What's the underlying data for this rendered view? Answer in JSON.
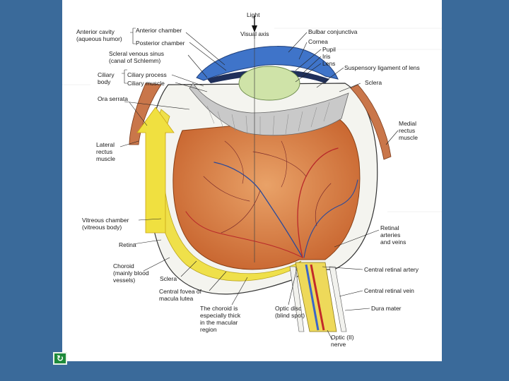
{
  "diagram": {
    "labels": {
      "light": "Light",
      "visual_axis": "Visual axis",
      "anterior_cavity_1": "Anterior cavity",
      "anterior_cavity_2": "(aqueous humor)",
      "anterior_chamber": "Anterior chamber",
      "posterior_chamber": "Posterior chamber",
      "scleral_sinus_1": "Scleral venous sinus",
      "scleral_sinus_2": "(canal of Schlemm)",
      "ciliary_body_1": "Ciliary",
      "ciliary_body_2": "body",
      "ciliary_process": "Ciliary process",
      "ciliary_muscle": "Ciliary muscle",
      "ora_serrata": "Ora serrata",
      "lateral_rectus_1": "Lateral",
      "lateral_rectus_2": "rectus",
      "lateral_rectus_3": "muscle",
      "vitreous_1": "Vitreous chamber",
      "vitreous_2": "(vitreous body)",
      "retina": "Retina",
      "choroid_1": "Choroid",
      "choroid_2": "(mainly blood",
      "choroid_3": "vessels)",
      "sclera_left": "Sclera",
      "fovea_1": "Central fovea of",
      "fovea_2": "macula lutea",
      "choroid_thick_1": "The choroid is",
      "choroid_thick_2": "especially thick",
      "choroid_thick_3": "in the macular",
      "choroid_thick_4": "region",
      "optic_disc_1": "Optic disc",
      "optic_disc_2": "(blind spot)",
      "optic_nerve_1": "Optic (II)",
      "optic_nerve_2": "nerve",
      "bulbar_conjunctiva": "Bulbar conjunctiva",
      "cornea": "Cornea",
      "pupil": "Pupil",
      "iris": "Iris",
      "lens": "Lens",
      "suspensory_ligament": "Suspensory ligament of lens",
      "sclera_right": "Sclera",
      "medial_rectus_1": "Medial",
      "medial_rectus_2": "rectus",
      "medial_rectus_3": "muscle",
      "retinal_vessels_1": "Retinal",
      "retinal_vessels_2": "arteries",
      "retinal_vessels_3": "and veins",
      "central_artery": "Central retinal artery",
      "central_vein": "Central retinal vein",
      "dura_mater": "Dura mater"
    }
  },
  "nav": {
    "button_icon": "return-icon",
    "button_glyph": "↻"
  },
  "colors": {
    "background": "#3a6a9a",
    "slide": "#ffffff"
  }
}
